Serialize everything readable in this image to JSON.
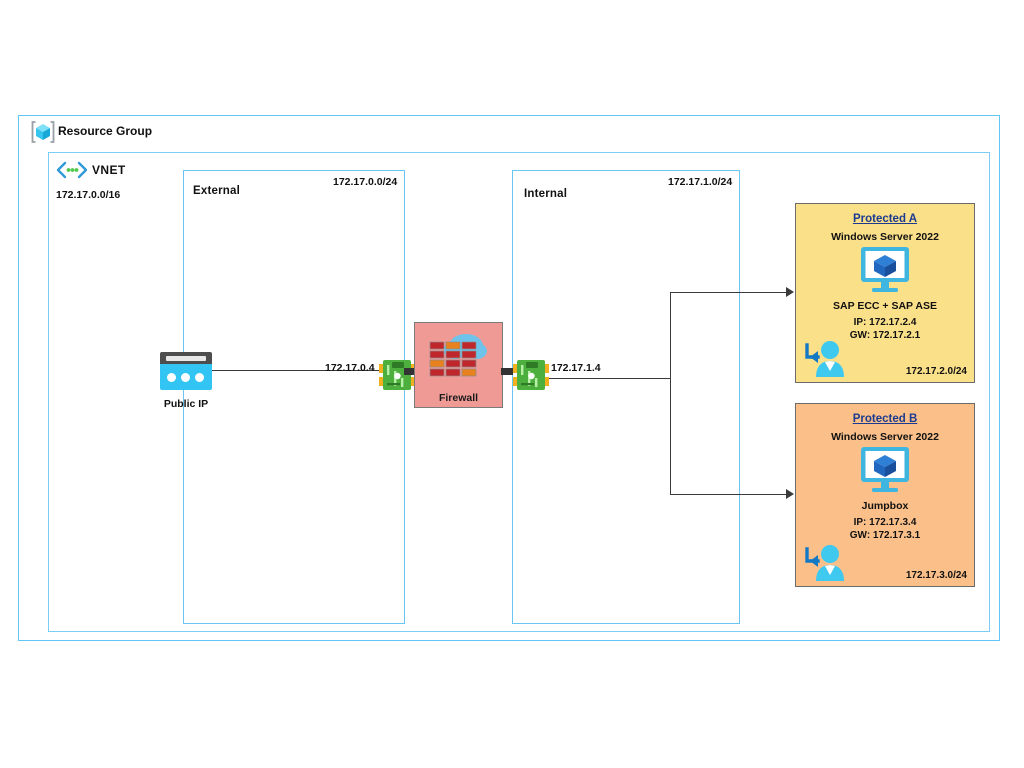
{
  "diagram": {
    "resource_group": {
      "label": "Resource Group",
      "icon": "resource-group-cube-icon"
    },
    "vnet": {
      "label": "VNET",
      "cidr": "172.17.0.0/16",
      "icon": "vnet-chevron-icon"
    },
    "subnets": [
      {
        "id": "external",
        "title": "External",
        "cidr": "172.17.0.0/24"
      },
      {
        "id": "internal",
        "title": "Internal",
        "cidr": "172.17.1.0/24"
      }
    ],
    "public_ip": {
      "label": "Public IP",
      "icon": "public-ip-icon"
    },
    "firewall": {
      "label": "Firewall",
      "icon": "firewall-brick-cloud-icon"
    },
    "nics": [
      {
        "id": "external",
        "ip": "172.17.0.4",
        "icon": "network-interface-card-icon"
      },
      {
        "id": "internal",
        "ip": "172.17.1.4",
        "icon": "network-interface-card-icon"
      }
    ],
    "protected_vms": [
      {
        "id": "protected-a",
        "title": "Protected A",
        "os": "Windows Server 2022",
        "role": "SAP ECC + SAP ASE",
        "ip": "IP: 172.17.2.4",
        "gateway": "GW: 172.17.2.1",
        "cidr": "172.17.2.0/24",
        "fill": "#fbe08a",
        "vm_icon": "virtual-machine-monitor-icon",
        "user_icon": "user-login-icon"
      },
      {
        "id": "protected-b",
        "title": "Protected B",
        "os": "Windows Server 2022",
        "role": "Jumpbox",
        "ip": "IP: 172.17.3.4",
        "gateway": "GW: 172.17.3.1",
        "cidr": "172.17.3.0/24",
        "fill": "#fbc08a",
        "vm_icon": "virtual-machine-monitor-icon",
        "user_icon": "user-login-icon"
      }
    ],
    "colors": {
      "azure_blue": "#32c5f4",
      "container_border": "#5fc7f3",
      "subnet_border": "#69c6f2",
      "firewall_fill": "#f09a96",
      "nic_green": "#4caf3e",
      "title_navy": "#1b3a8f",
      "connector": "#3a3a3a"
    }
  }
}
